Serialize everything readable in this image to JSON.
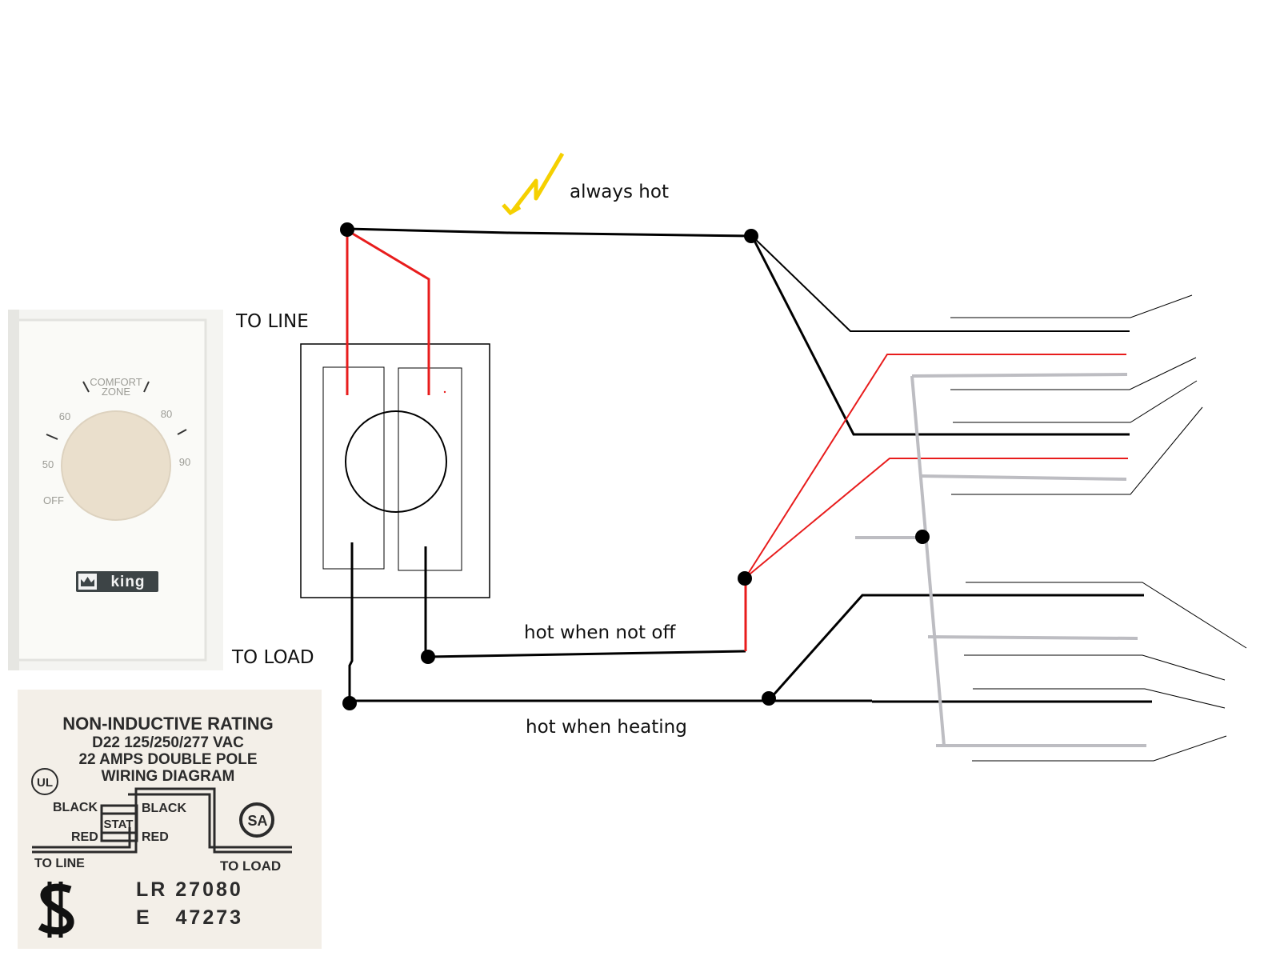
{
  "annotations": {
    "always_hot": "always hot",
    "to_line": "TO LINE",
    "to_load": "TO LOAD",
    "hot_when_not_off": "hot when not off",
    "hot_when_heating": "hot when heating"
  },
  "thermostat_photo": {
    "comfort_zone_line1": "COMFORT",
    "comfort_zone_line2": "ZONE",
    "tick_50": "50",
    "tick_60": "60",
    "tick_80": "80",
    "tick_90": "90",
    "tick_off": "OFF",
    "brand": "king",
    "brand_icon": "crown-icon"
  },
  "rating_label": {
    "title": "NON-INDUCTIVE RATING",
    "line1": "D22   125/250/277 VAC",
    "line2": "22 AMPS DOUBLE POLE",
    "line3": "WIRING DIAGRAM",
    "black_left": "BLACK",
    "black_right": "BLACK",
    "red_left": "RED",
    "red_right": "RED",
    "stat": "STAT",
    "to_line": "TO LINE",
    "to_load": "TO LOAD",
    "lr_number": "LR 27080",
    "e_number": "E   47273",
    "ul_mark": "UL",
    "csa_mark": "SA"
  },
  "colors": {
    "wire_black": "#000000",
    "wire_red": "#e81c1c",
    "wire_ground": "#bdbdc2",
    "lightning": "#f5d000"
  }
}
